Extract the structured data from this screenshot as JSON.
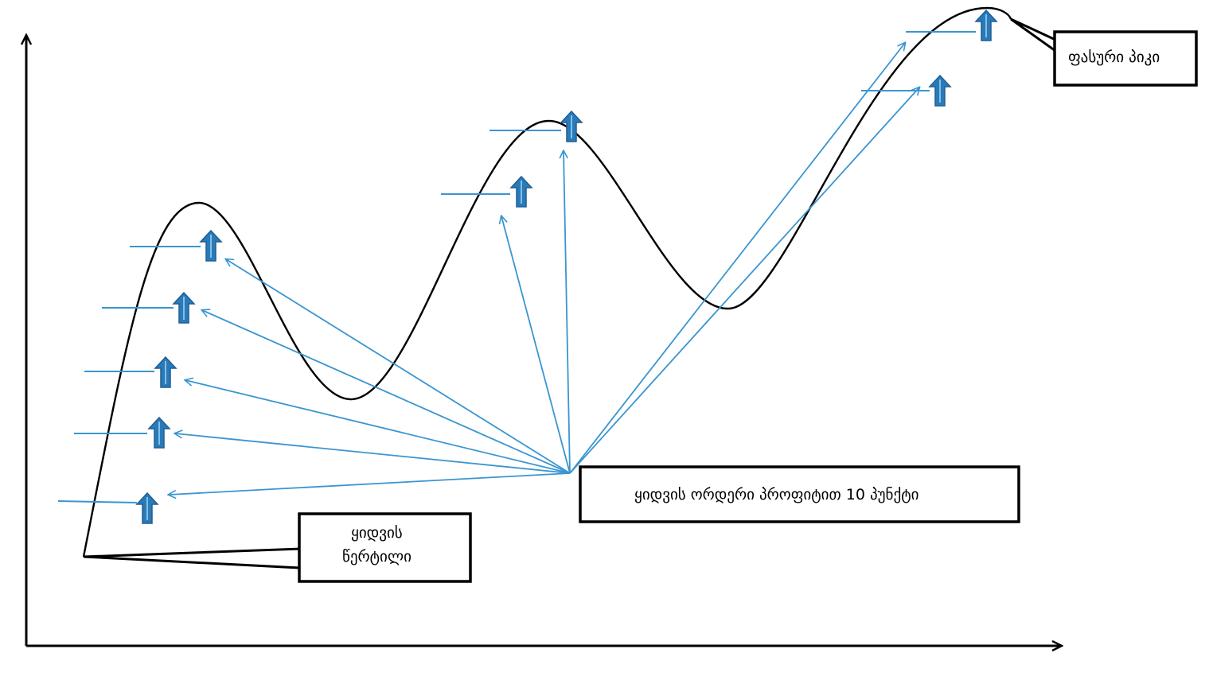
{
  "labels": {
    "entry_point_line1": "ყიდვის",
    "entry_point_line2": "წერტილი",
    "buy_orders": "ყიდვის ორდერი პროფიტით 10 პუნქტი",
    "price_peak": "ფასური პიკი"
  },
  "colors": {
    "curve": "#000000",
    "arrow_lines": "#3a95d0",
    "up_arrow_fill": "#2b7ab8",
    "up_arrow_stroke": "#1e5f93",
    "callout_border": "#000000"
  },
  "icons": {
    "order_marker": "up-arrow-icon"
  }
}
